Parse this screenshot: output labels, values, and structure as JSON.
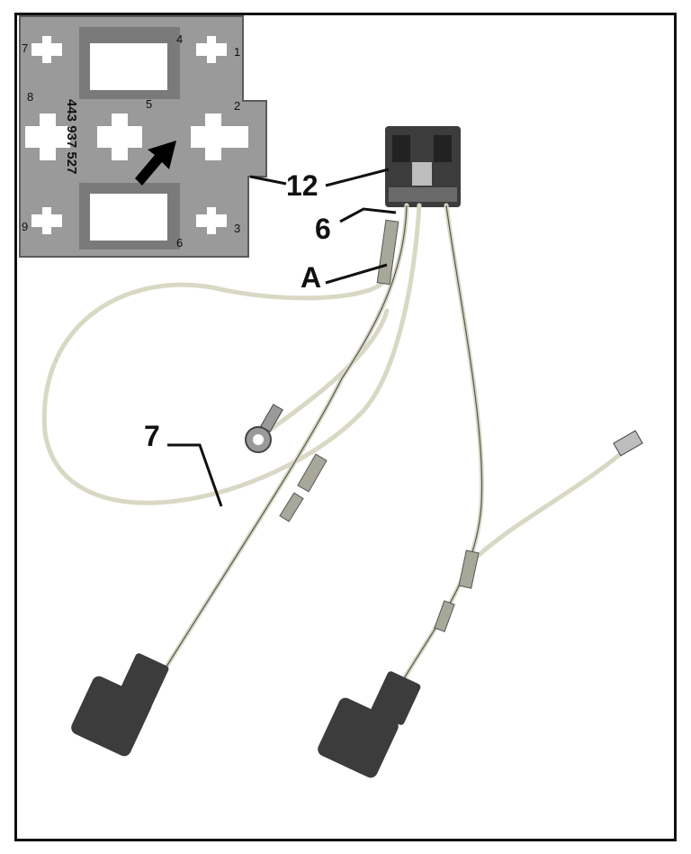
{
  "callouts": {
    "c12": "12",
    "c6": "6",
    "cA": "A",
    "c7": "7"
  },
  "relay_plate": {
    "part_number": "443 937 527",
    "pins": {
      "p1": "1",
      "p2": "2",
      "p3": "3",
      "p4": "4",
      "p5": "5",
      "p6": "6",
      "p7": "7",
      "p8": "8",
      "p9": "9"
    }
  },
  "colors": {
    "background": "#ffffff",
    "plate": "#9a9a9a",
    "wire": "#d8d8c4",
    "connector": "#3c3c3c",
    "line": "#111111"
  }
}
